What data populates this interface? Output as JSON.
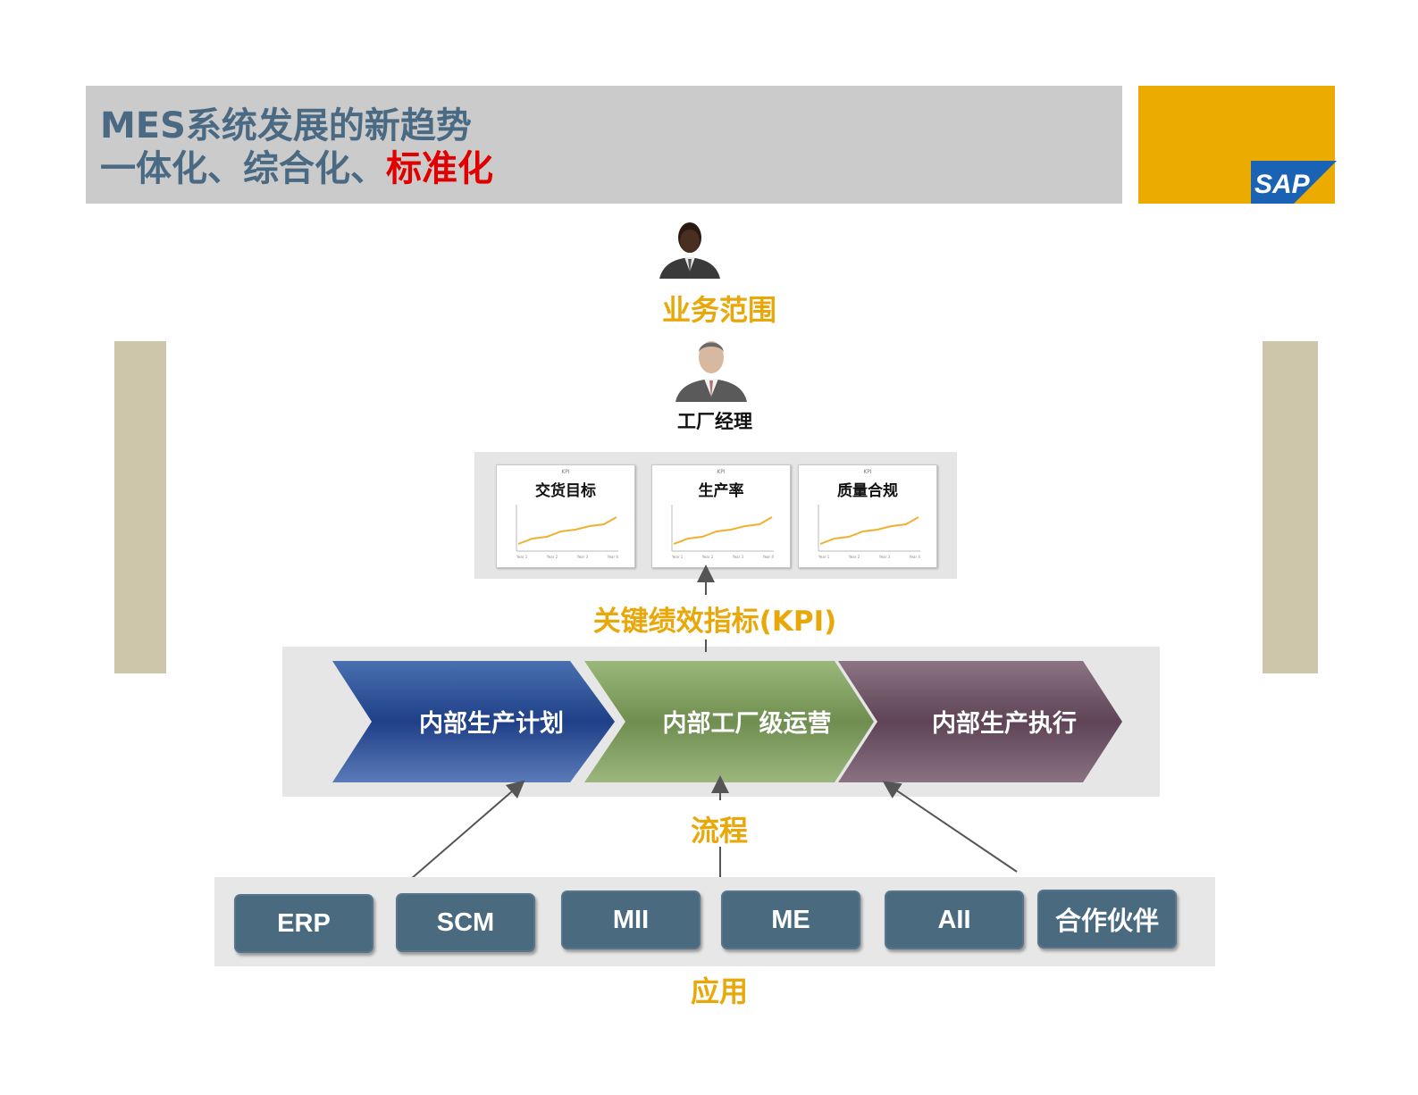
{
  "header": {
    "title_line1": "MES系统发展的新趋势",
    "title_line2_prefix": "一体化、综合化、",
    "title_line2_highlight": "标准化",
    "logo_text": "SAP"
  },
  "colors": {
    "title_text": "#4a6a84",
    "highlight": "#e00000",
    "brand_block": "#ecab00",
    "orange_label": "#e9a80a",
    "side_bars": "#cdc6aa",
    "chevron_blue": "#2e5597",
    "chevron_green": "#7c9a5c",
    "chevron_purple": "#6f5566",
    "app_button": "#4a6a80"
  },
  "scope_label": "业务范围",
  "manager_label": "工厂经理",
  "kpis": [
    {
      "tag": "KPI",
      "title": "交货目标"
    },
    {
      "tag": "KPI",
      "title": "生产率"
    },
    {
      "tag": "KPI",
      "title": "质量合规"
    }
  ],
  "kpi_axis_ticks": [
    "Year 1",
    "Year 2",
    "Year 3",
    "Year 4"
  ],
  "kpi_label": "关键绩效指标(KPI)",
  "process_steps": [
    "内部生产计划",
    "内部工厂级运营",
    "内部生产执行"
  ],
  "process_label": "流程",
  "applications": [
    "ERP",
    "SCM",
    "MII",
    "ME",
    "AII",
    "合作伙伴"
  ],
  "apps_label": "应用"
}
